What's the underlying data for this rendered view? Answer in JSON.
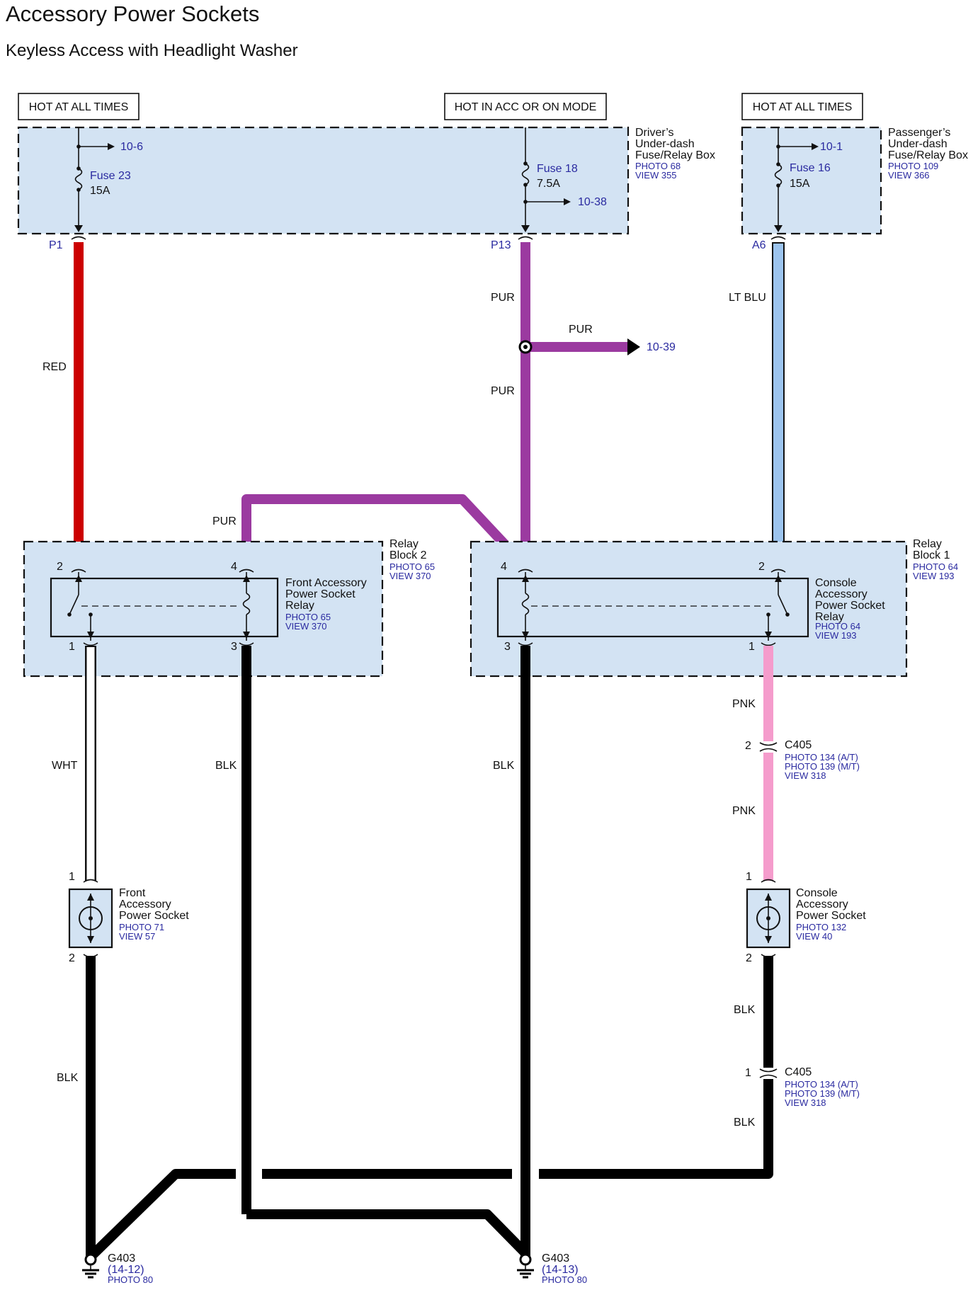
{
  "title": "Accessory Power Sockets",
  "subtitle": "Keyless Access with Headlight Washer",
  "hot_labels": {
    "left": "HOT AT ALL TIMES",
    "middle": "HOT IN ACC OR ON MODE",
    "right": "HOT AT ALL TIMES"
  },
  "drivers_box": {
    "name_lines": [
      "Driver’s",
      "Under-dash",
      "Fuse/Relay Box"
    ],
    "photo": "PHOTO 68",
    "view": "VIEW 355",
    "fuse23": {
      "name": "Fuse 23",
      "rating": "15A",
      "ref": "10-6"
    },
    "fuse18": {
      "name": "Fuse 18",
      "rating": "7.5A",
      "ref": "10-38"
    },
    "pin_left": "P1",
    "pin_mid": "P13"
  },
  "passenger_box": {
    "name_lines": [
      "Passenger’s",
      "Under-dash",
      "Fuse/Relay Box"
    ],
    "photo": "PHOTO 109",
    "view": "VIEW 366",
    "fuse16": {
      "name": "Fuse 16",
      "rating": "15A",
      "ref": "10-1"
    },
    "pin": "A6"
  },
  "wires": {
    "red": "RED",
    "pur_upper": "PUR",
    "pur_branch": "PUR",
    "pur_branch_ref": "10-39",
    "pur_lower": "PUR",
    "pur_cross": "PUR",
    "lt_blu": "LT BLU",
    "wht": "WHT",
    "blk_left_relay": "BLK",
    "blk_right_relay": "BLK",
    "pnk_upper": "PNK",
    "pnk_lower": "PNK",
    "blk_front_socket": "BLK",
    "blk_console_upper": "BLK",
    "blk_console_lower": "BLK"
  },
  "relay_block_2": {
    "name_lines": [
      "Relay",
      "Block 2"
    ],
    "photo": "PHOTO 65",
    "view": "VIEW 370",
    "relay_name_lines": [
      "Front Accessory",
      "Power Socket",
      "Relay"
    ],
    "relay_photo": "PHOTO 65",
    "relay_view": "VIEW 370",
    "pins": {
      "tl": "2",
      "tr": "4",
      "bl": "1",
      "br": "3"
    }
  },
  "relay_block_1": {
    "name_lines": [
      "Relay",
      "Block 1"
    ],
    "photo": "PHOTO 64",
    "view": "VIEW 193",
    "relay_name_lines": [
      "Console",
      "Accessory",
      "Power Socket",
      "Relay"
    ],
    "relay_photo": "PHOTO 64",
    "relay_view": "VIEW 193",
    "pins": {
      "tl": "4",
      "tr": "2",
      "bl": "3",
      "br": "1"
    }
  },
  "c405_upper": {
    "pin": "2",
    "name": "C405",
    "lines": [
      "PHOTO 134 (A/T)",
      "PHOTO 139 (M/T)",
      "VIEW 318"
    ]
  },
  "c405_lower": {
    "pin": "1",
    "name": "C405",
    "lines": [
      "PHOTO 134 (A/T)",
      "PHOTO 139 (M/T)",
      "VIEW 318"
    ]
  },
  "front_socket": {
    "name_lines": [
      "Front",
      "Accessory",
      "Power Socket"
    ],
    "photo": "PHOTO 71",
    "view": "VIEW 57",
    "pin_top": "1",
    "pin_bottom": "2"
  },
  "console_socket": {
    "name_lines": [
      "Console",
      "Accessory",
      "Power Socket"
    ],
    "photo": "PHOTO 132",
    "view": "VIEW 40",
    "pin_top": "1",
    "pin_bottom": "2"
  },
  "ground_left": {
    "name": "G403",
    "ref": "(14-12)",
    "photo": "PHOTO 80"
  },
  "ground_right": {
    "name": "G403",
    "ref": "(14-13)",
    "photo": "PHOTO 80"
  }
}
